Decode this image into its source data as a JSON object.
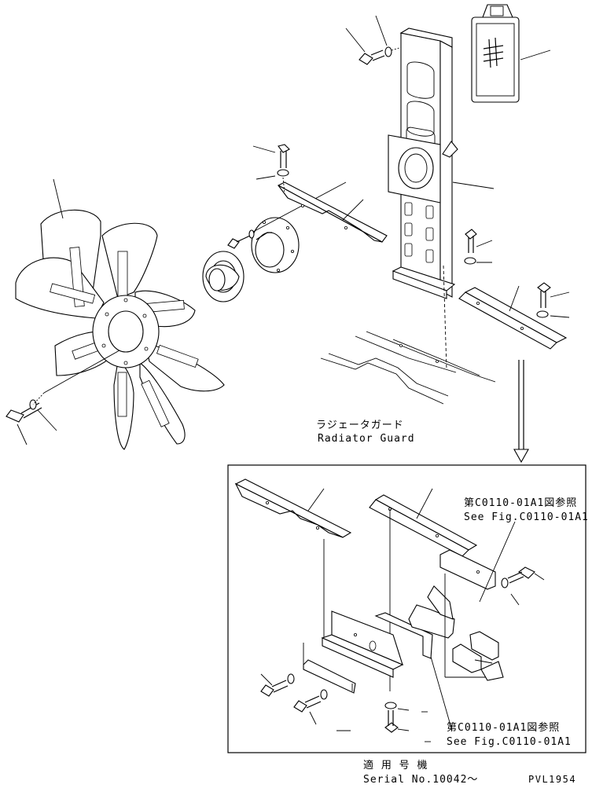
{
  "labels": {
    "radiator_guard_jp": "ラジェータガード",
    "radiator_guard_en": "Radiator Guard",
    "see_fig_jp_upper": "第C0110-01A1図参照",
    "see_fig_en_upper": "See Fig.C0110-01A1",
    "see_fig_jp_lower": "第C0110-01A1図参照",
    "see_fig_en_lower": "See Fig.C0110-01A1",
    "serial_jp": "適 用 号 機",
    "serial_en": "Serial No.10042～",
    "drawing_code": "PVL1954"
  }
}
